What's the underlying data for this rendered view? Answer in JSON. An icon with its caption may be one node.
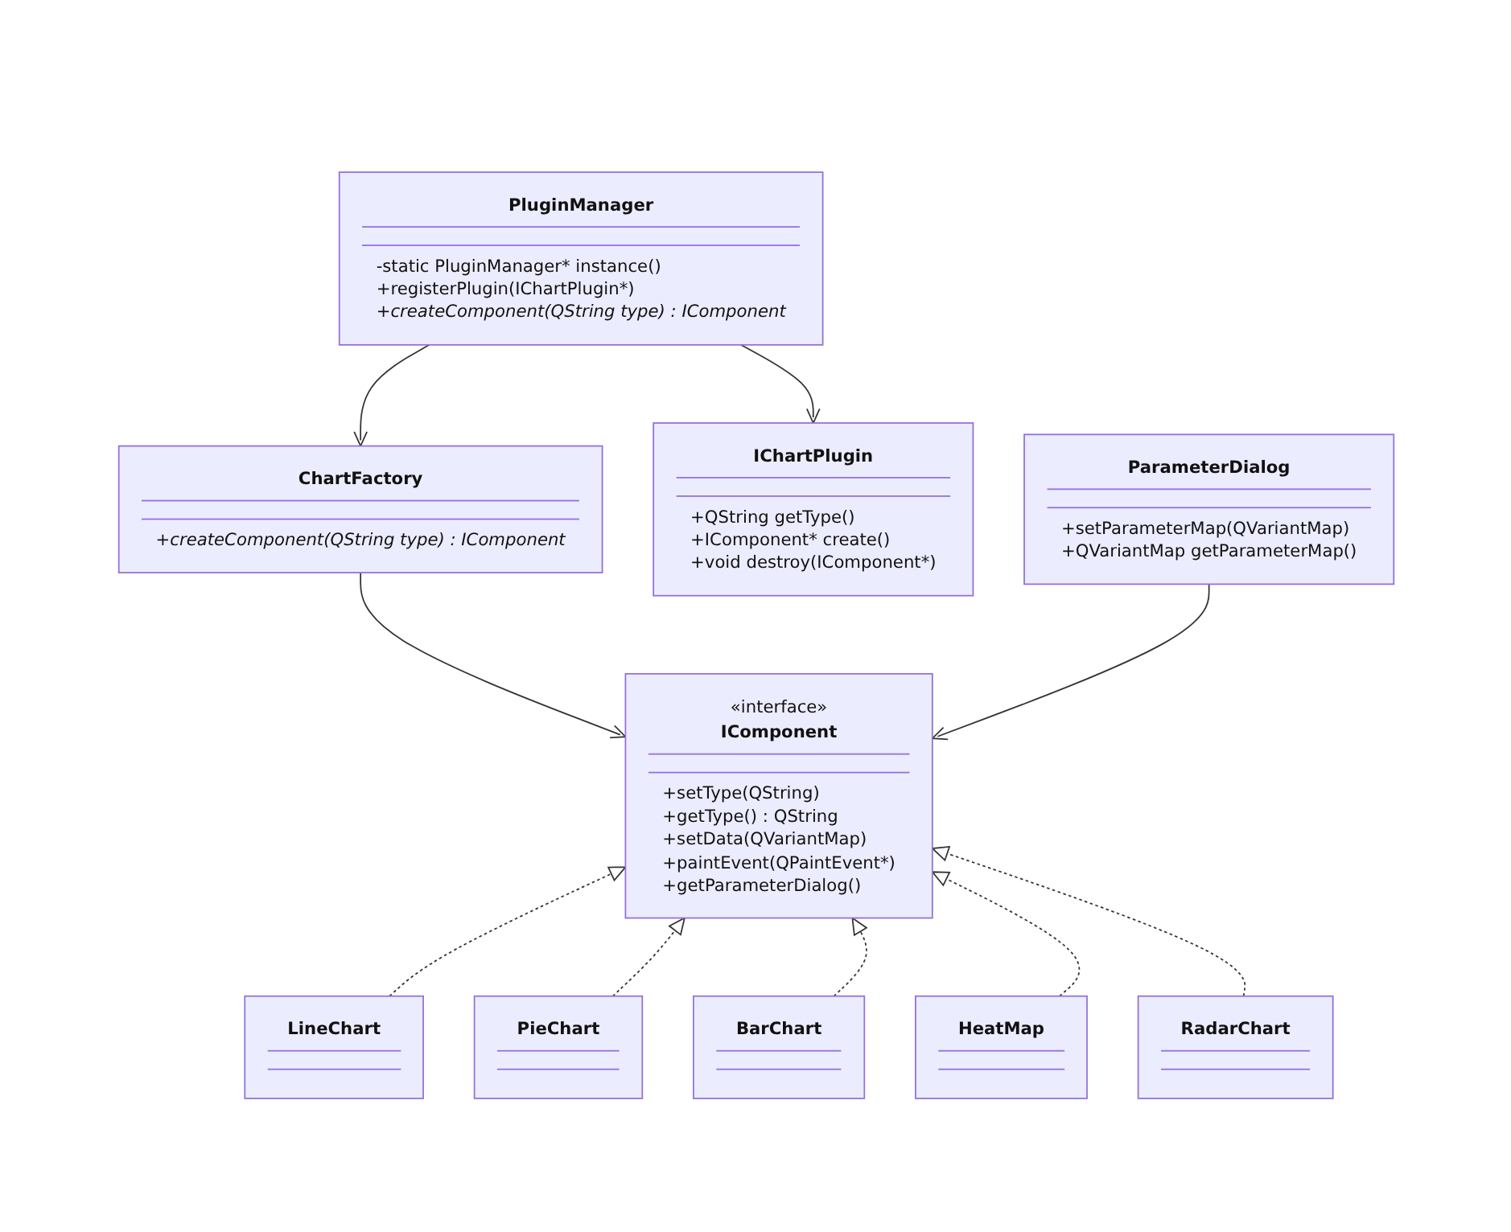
{
  "diagram": {
    "nodes": [
      {
        "text": [
          "PluginManager",
          "-static PluginManager* instance()",
          "+registerPlugin(IChartPlugin*)",
          "+createComponent(QString type) : IComponent"
        ]
      },
      {
        "text": [
          "ChartFactory",
          "+createComponent(QString type) : IComponent"
        ]
      },
      {
        "text": [
          "IChartPlugin",
          "+QString getType()",
          "+IComponent* create()",
          "+void destroy(IComponent*)"
        ]
      },
      {
        "text": [
          "ParameterDialog",
          "+setParameterMap(QVariantMap)",
          "+QVariantMap getParameterMap()"
        ]
      },
      {
        "text": [
          "«interface»",
          "IComponent",
          "+setType(QString)",
          "+getType() : QString",
          "+setData(QVariantMap)",
          "+paintEvent(QPaintEvent*)",
          "+getParameterDialog()"
        ]
      },
      {
        "text": [
          "LineChart"
        ]
      },
      {
        "text": [
          "PieChart"
        ]
      },
      {
        "text": [
          "BarChart"
        ]
      },
      {
        "text": [
          "HeatMap"
        ]
      },
      {
        "text": [
          "RadarChart"
        ]
      }
    ],
    "edges": [
      {
        "from": 0,
        "to": 1,
        "arrow": "to"
      },
      {
        "from": 0,
        "to": 2,
        "arrow": "to"
      },
      {
        "from": 1,
        "to": 4,
        "arrow": "to"
      },
      {
        "from": 3,
        "to": 4,
        "arrow": "to"
      },
      {
        "from": 5,
        "to": 4,
        "arrow": "to",
        "style": "dashed"
      },
      {
        "from": 6,
        "to": 4,
        "arrow": "to",
        "style": "dashed"
      },
      {
        "from": 7,
        "to": 4,
        "arrow": "to",
        "style": "dashed"
      },
      {
        "from": 8,
        "to": 4,
        "arrow": "to",
        "style": "dashed"
      },
      {
        "from": 9,
        "to": 4,
        "arrow": "to",
        "style": "dashed"
      }
    ]
  }
}
